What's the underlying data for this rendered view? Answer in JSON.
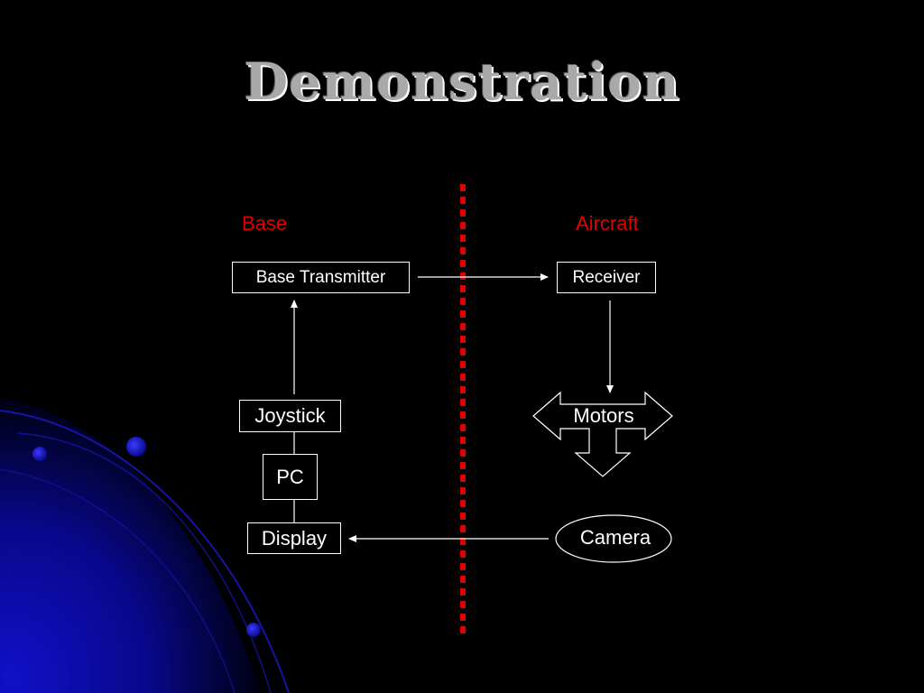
{
  "slide": {
    "title": "Demonstration"
  },
  "diagram": {
    "sides": {
      "left": "Base",
      "right": "Aircraft"
    },
    "nodes": {
      "base_transmitter": "Base Transmitter",
      "receiver": "Receiver",
      "joystick": "Joystick",
      "pc": "PC",
      "motors": "Motors",
      "display": "Display",
      "camera": "Camera"
    },
    "edges": [
      {
        "from": "joystick",
        "to": "base_transmitter",
        "arrow": true
      },
      {
        "from": "base_transmitter",
        "to": "receiver",
        "arrow": true
      },
      {
        "from": "receiver",
        "to": "motors",
        "arrow": true
      },
      {
        "from": "camera",
        "to": "display",
        "arrow": true
      },
      {
        "from": "joystick",
        "to": "pc",
        "arrow": false
      },
      {
        "from": "pc",
        "to": "display",
        "arrow": false
      }
    ]
  },
  "colors": {
    "background": "#000000",
    "title": "#a9a9a9",
    "side_label": "#e00000",
    "divider": "#e00000",
    "node_stroke": "#ffffff",
    "decor_blue": "#0a0a9e"
  }
}
